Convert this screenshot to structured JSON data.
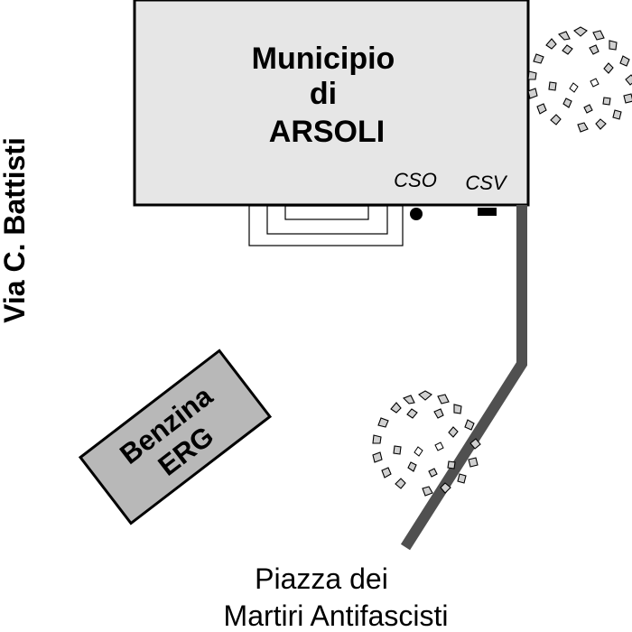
{
  "building": {
    "line1": "Municipio",
    "line2": "di",
    "line3": "ARSOLI"
  },
  "markers": {
    "cso": "CSO",
    "csv": "CSV"
  },
  "station": {
    "line1": "Benzina",
    "line2": "ERG"
  },
  "streets": {
    "left": "Via C. Battisti",
    "bottom_line1": "Piazza dei",
    "bottom_line2": "Martiri Antifascisti"
  },
  "colors": {
    "building_fill": "#e6e6e6",
    "station_fill": "#b8b8b8",
    "path": "#505050",
    "leaf": "#d0d0d0",
    "ink": "#000000"
  }
}
